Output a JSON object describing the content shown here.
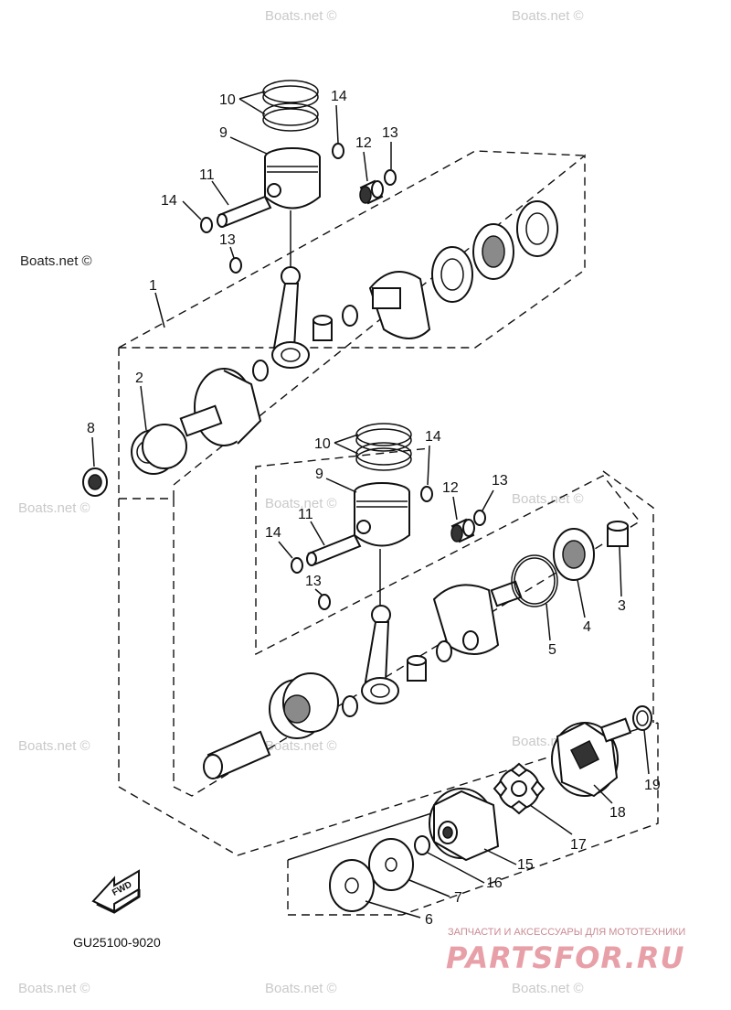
{
  "diagram_code": "GU25100-9020",
  "fwd_label": "FWD",
  "watermarks": [
    "Boats.net ©",
    "Boats.net ©",
    "Boats.net ©",
    "Boats.net ©",
    "Boats.net ©",
    "Boats.net ©",
    "Boats.net ©",
    "Boats.net ©",
    "Boats.net ©",
    "Boats.net ©",
    "Boats.net ©"
  ],
  "brand": {
    "tagline": "ЗАПЧАСТИ И АКСЕССУАРЫ ДЛЯ МОТОТЕХНИКИ",
    "logo_text": "PARTSFOR.RU",
    "logo_color": "#e8a0a8"
  },
  "callouts": {
    "upper": {
      "c1": "1",
      "c2": "2",
      "c8": "8",
      "c9": "9",
      "c10": "10",
      "c11": "11",
      "c12": "12",
      "c13a": "13",
      "c13b": "13",
      "c14a": "14",
      "c14b": "14"
    },
    "lower": {
      "c3": "3",
      "c4": "4",
      "c5": "5",
      "c9": "9",
      "c10": "10",
      "c11": "11",
      "c12": "12",
      "c13a": "13",
      "c13b": "13",
      "c14a": "14",
      "c14b": "14"
    },
    "bottom": {
      "c6": "6",
      "c7": "7",
      "c15": "15",
      "c16": "16",
      "c17": "17",
      "c18": "18",
      "c19": "19"
    }
  }
}
